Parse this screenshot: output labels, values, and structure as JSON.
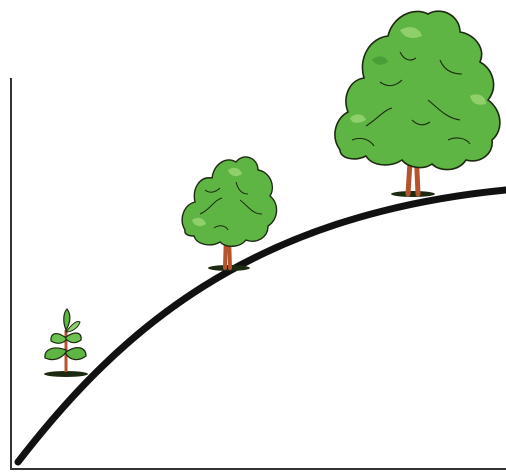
{
  "diagram": {
    "kind": "growth curve illustration",
    "axes": {
      "x_axis": true,
      "y_axis": true,
      "labels": ""
    },
    "curve": {
      "shape": "increasing, concave (decelerating growth)",
      "color": "#111111"
    },
    "stages": [
      {
        "name": "seedling",
        "size": "small"
      },
      {
        "name": "young-tree",
        "size": "medium"
      },
      {
        "name": "mature-tree",
        "size": "large"
      }
    ],
    "colors": {
      "foliage": "#5fb544",
      "foliage_dark": "#3e8f2e",
      "foliage_light": "#8fd06a",
      "trunk": "#b5532f",
      "outline": "#1d2a12",
      "axis": "#333333"
    }
  }
}
